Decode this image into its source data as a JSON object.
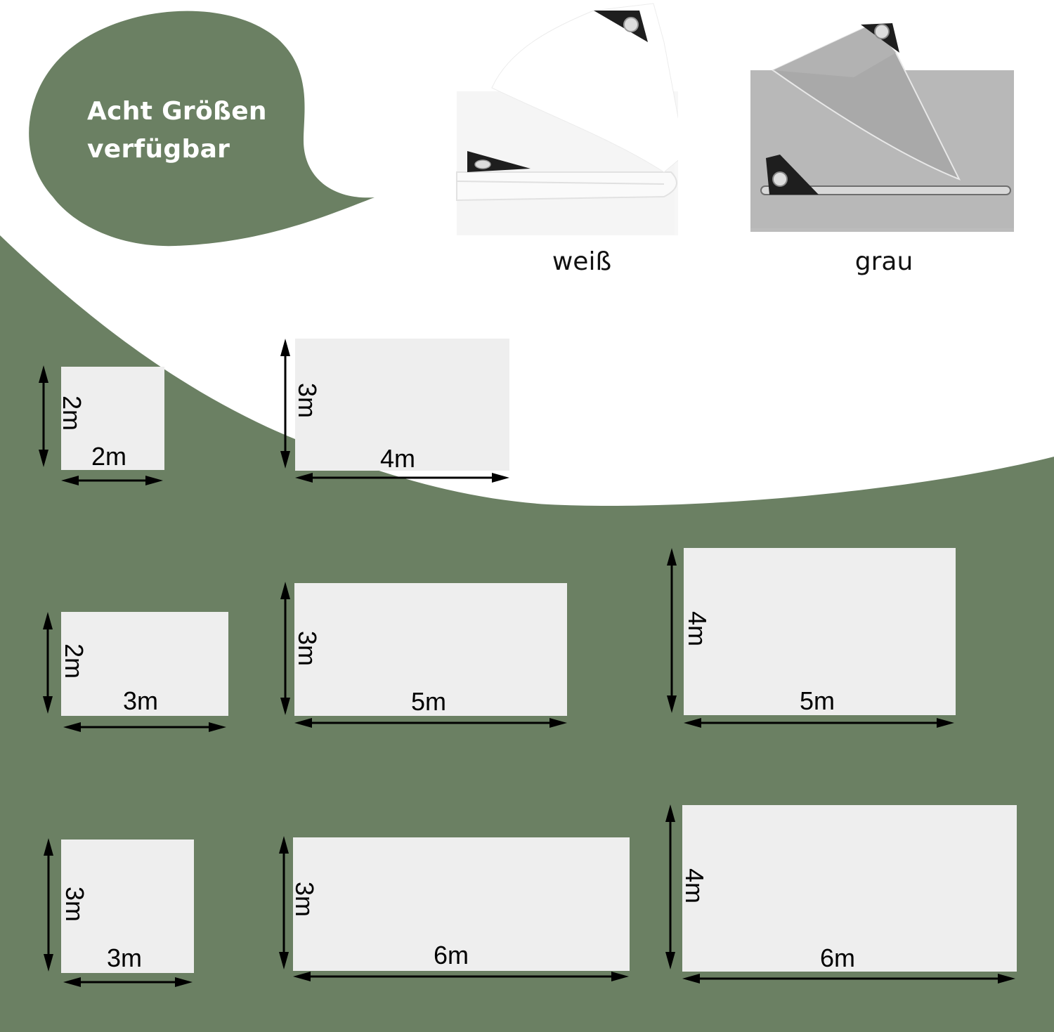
{
  "colors": {
    "green": "#6b8063",
    "tarp_fill": "#eeeeee",
    "white_tarp": "#f6f6f6",
    "grey_tarp": "#b9b9b9",
    "corner_patch": "#1e1e1e",
    "text_dark": "#111111"
  },
  "headline": {
    "line1": "Acht Größen",
    "line2": "verfügbar"
  },
  "colors_available": [
    {
      "name": "weiß",
      "swatch": "white-tarp"
    },
    {
      "name": "grau",
      "swatch": "grey-tarp"
    }
  ],
  "sizes": [
    {
      "id": "2x2",
      "width_label": "2m",
      "height_label": "2m"
    },
    {
      "id": "3x4",
      "width_label": "4m",
      "height_label": "3m"
    },
    {
      "id": "2x3",
      "width_label": "3m",
      "height_label": "2m"
    },
    {
      "id": "3x5",
      "width_label": "5m",
      "height_label": "3m"
    },
    {
      "id": "4x5",
      "width_label": "5m",
      "height_label": "4m"
    },
    {
      "id": "3x3",
      "width_label": "3m",
      "height_label": "3m"
    },
    {
      "id": "3x6",
      "width_label": "6m",
      "height_label": "3m"
    },
    {
      "id": "4x6",
      "width_label": "6m",
      "height_label": "4m"
    }
  ]
}
